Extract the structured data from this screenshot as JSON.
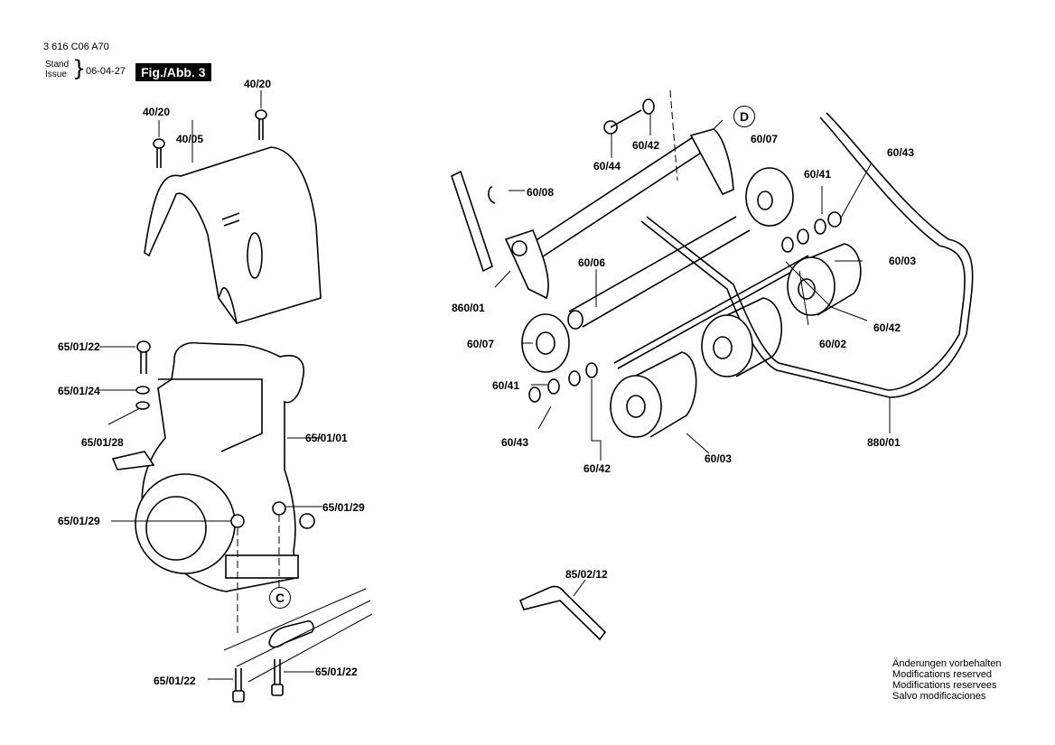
{
  "header": {
    "part_number": "3 616 C06 A70",
    "stand_label": "Stand",
    "issue_label": "Issue",
    "date": "06-04-27",
    "figure_label": "Fig./Abb. 3"
  },
  "callouts": {
    "c_4020_a": "40/20",
    "c_4020_b": "40/20",
    "c_4005": "40/05",
    "c_650122_top": "65/01/22",
    "c_650124": "65/01/24",
    "c_650128": "65/01/28",
    "c_650101": "65/01/01",
    "c_650129_left": "65/01/29",
    "c_650129_right": "65/01/29",
    "c_650122_bl": "65/01/22",
    "c_650122_br": "65/01/22",
    "c_6044": "60/44",
    "c_6042_top": "60/42",
    "c_6007_top": "60/07",
    "c_6041_top": "60/41",
    "c_6043_top": "60/43",
    "c_6008": "60/08",
    "c_86001": "860/01",
    "c_6006": "60/06",
    "c_6003_right": "60/03",
    "c_6042_right": "60/42",
    "c_6002": "60/02",
    "c_6007_left": "60/07",
    "c_6041_left": "60/41",
    "c_6043_left": "60/43",
    "c_6042_bottom": "60/42",
    "c_6003_bottom": "60/03",
    "c_88001": "880/01",
    "c_850212": "85/02/12"
  },
  "markers": {
    "d": "D",
    "c": "C"
  },
  "footer_notes": [
    "Änderungen vorbehalten",
    "Modifications reserved",
    "Modifications reservees",
    "Salvo modificaciones"
  ]
}
